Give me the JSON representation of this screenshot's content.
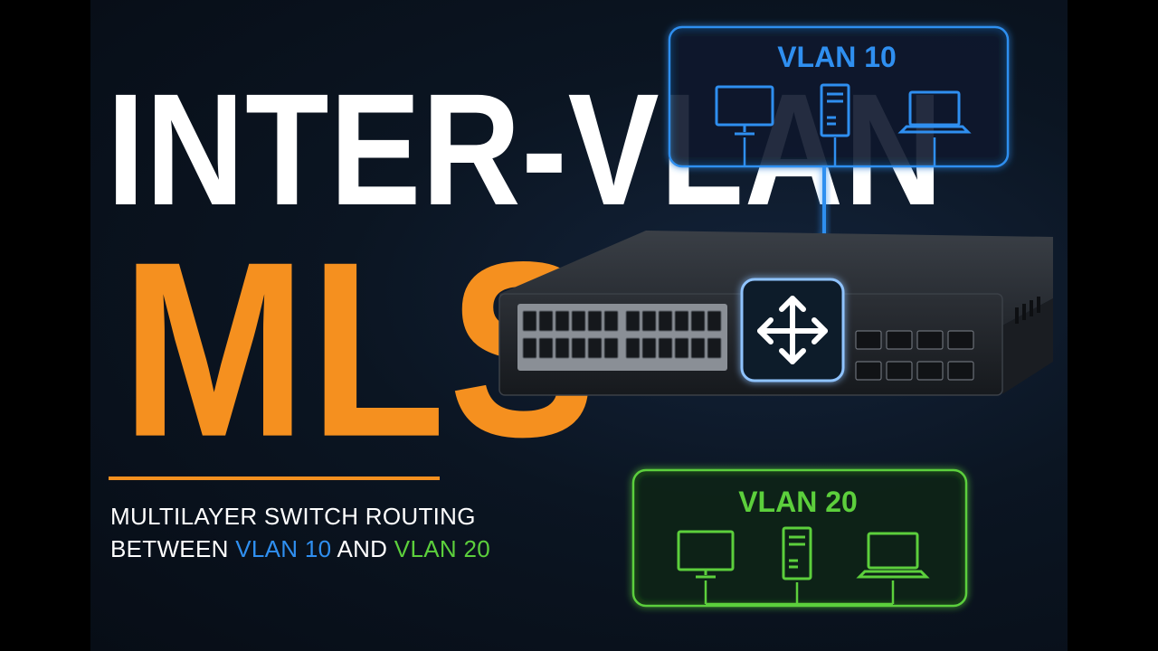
{
  "title": {
    "line1": "INTER-VLAN",
    "line2": "MLS"
  },
  "subtitle": {
    "line1": "MULTILAYER SWITCH ROUTING",
    "line2_prefix": "BETWEEN ",
    "vlan_a": "VLAN 10",
    "joiner": " AND ",
    "vlan_b": "VLAN 20"
  },
  "vlan10": {
    "label": "VLAN 10",
    "devices": [
      "monitor-icon",
      "server-icon",
      "laptop-icon"
    ]
  },
  "vlan20": {
    "label": "VLAN 20",
    "devices": [
      "monitor-icon",
      "server-icon",
      "laptop-icon"
    ]
  },
  "switch": {
    "router_icon": "four-way-arrows-icon",
    "rj45_ports": 24,
    "sfp_ports": 8
  },
  "colors": {
    "accent": "#f5901f",
    "vlan10": "#2f8ff0",
    "vlan20": "#5ccf3c",
    "background": "#0b1522"
  }
}
